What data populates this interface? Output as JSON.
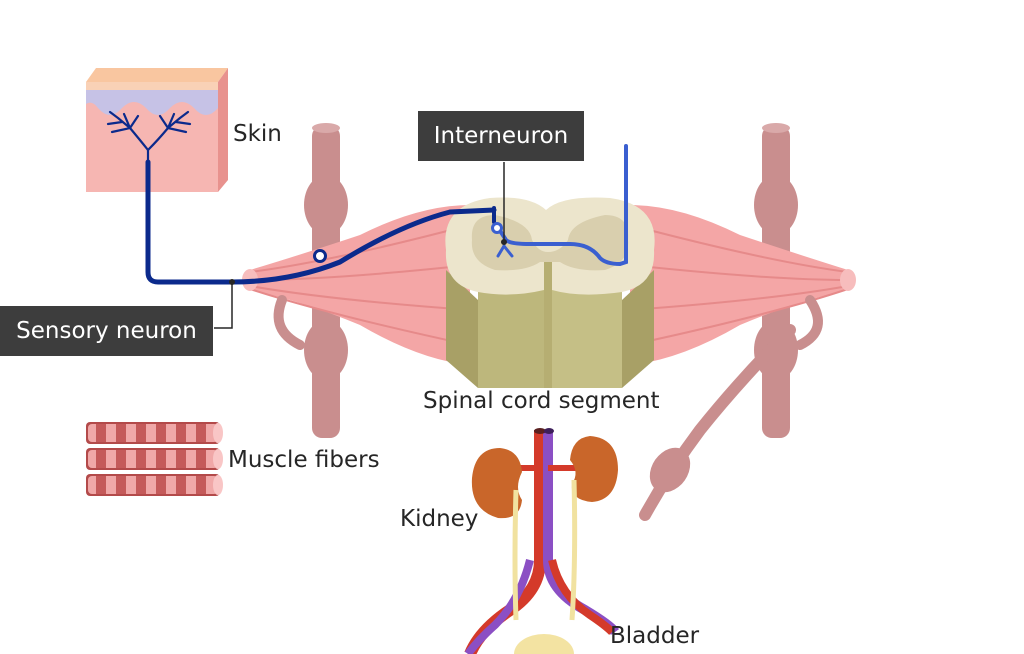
{
  "labels": {
    "skin": "Skin",
    "interneuron": "Interneuron",
    "sensory_neuron": "Sensory neuron",
    "spinal_cord_segment": "Spinal cord segment",
    "muscle_fibers": "Muscle fibers",
    "kidney": "Kidney",
    "bladder": "Bladder"
  },
  "colors": {
    "neuron_dark": "#0b2a8c",
    "neuron_light": "#3a5fd0",
    "muscle": "#f4a6a6",
    "bone": "#c98e8e",
    "gray_matter": "#d9cfae",
    "white_matter": "#ece5cc",
    "kidney": "#c9662a",
    "artery": "#d43a2a",
    "vein": "#8b4fc4",
    "ureter": "#f1e2a0",
    "label_box": "#3d3d3d"
  }
}
